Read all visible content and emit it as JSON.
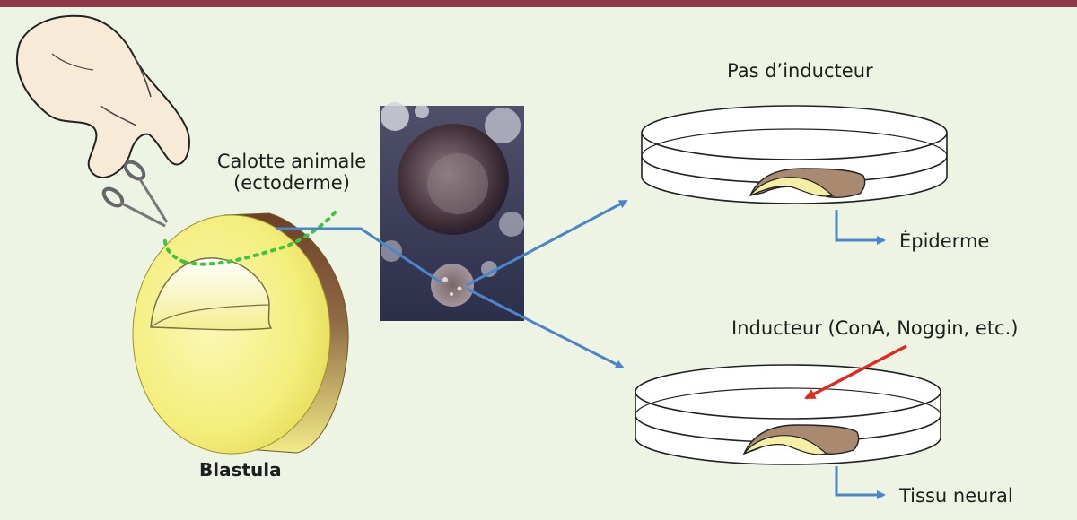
{
  "labels": {
    "calotte_line1": "Calotte animale",
    "calotte_line2": "(ectoderme)",
    "blastula": "Blastula",
    "pas_inducteur": "Pas d’inducteur",
    "epiderme": "Épiderme",
    "inducteur": "Inducteur (ConA, Noggin, etc.)",
    "tissu_neural": "Tissu neural"
  },
  "colors": {
    "header_bar": "#8c3b47",
    "background": "#eef4e4",
    "arrow_blue": "#4a86c8",
    "arrow_red": "#e02a1e",
    "cut_line_green": "#3ec43e",
    "blastula_yellow": "#f5f08a",
    "blastula_brown": "#7a4a2e",
    "tissue_brown": "#a98970",
    "tissue_yellow": "#f4efa4"
  },
  "icons": [
    "hand-with-scissors-icon",
    "petri-dish-icon",
    "micrograph-image"
  ]
}
